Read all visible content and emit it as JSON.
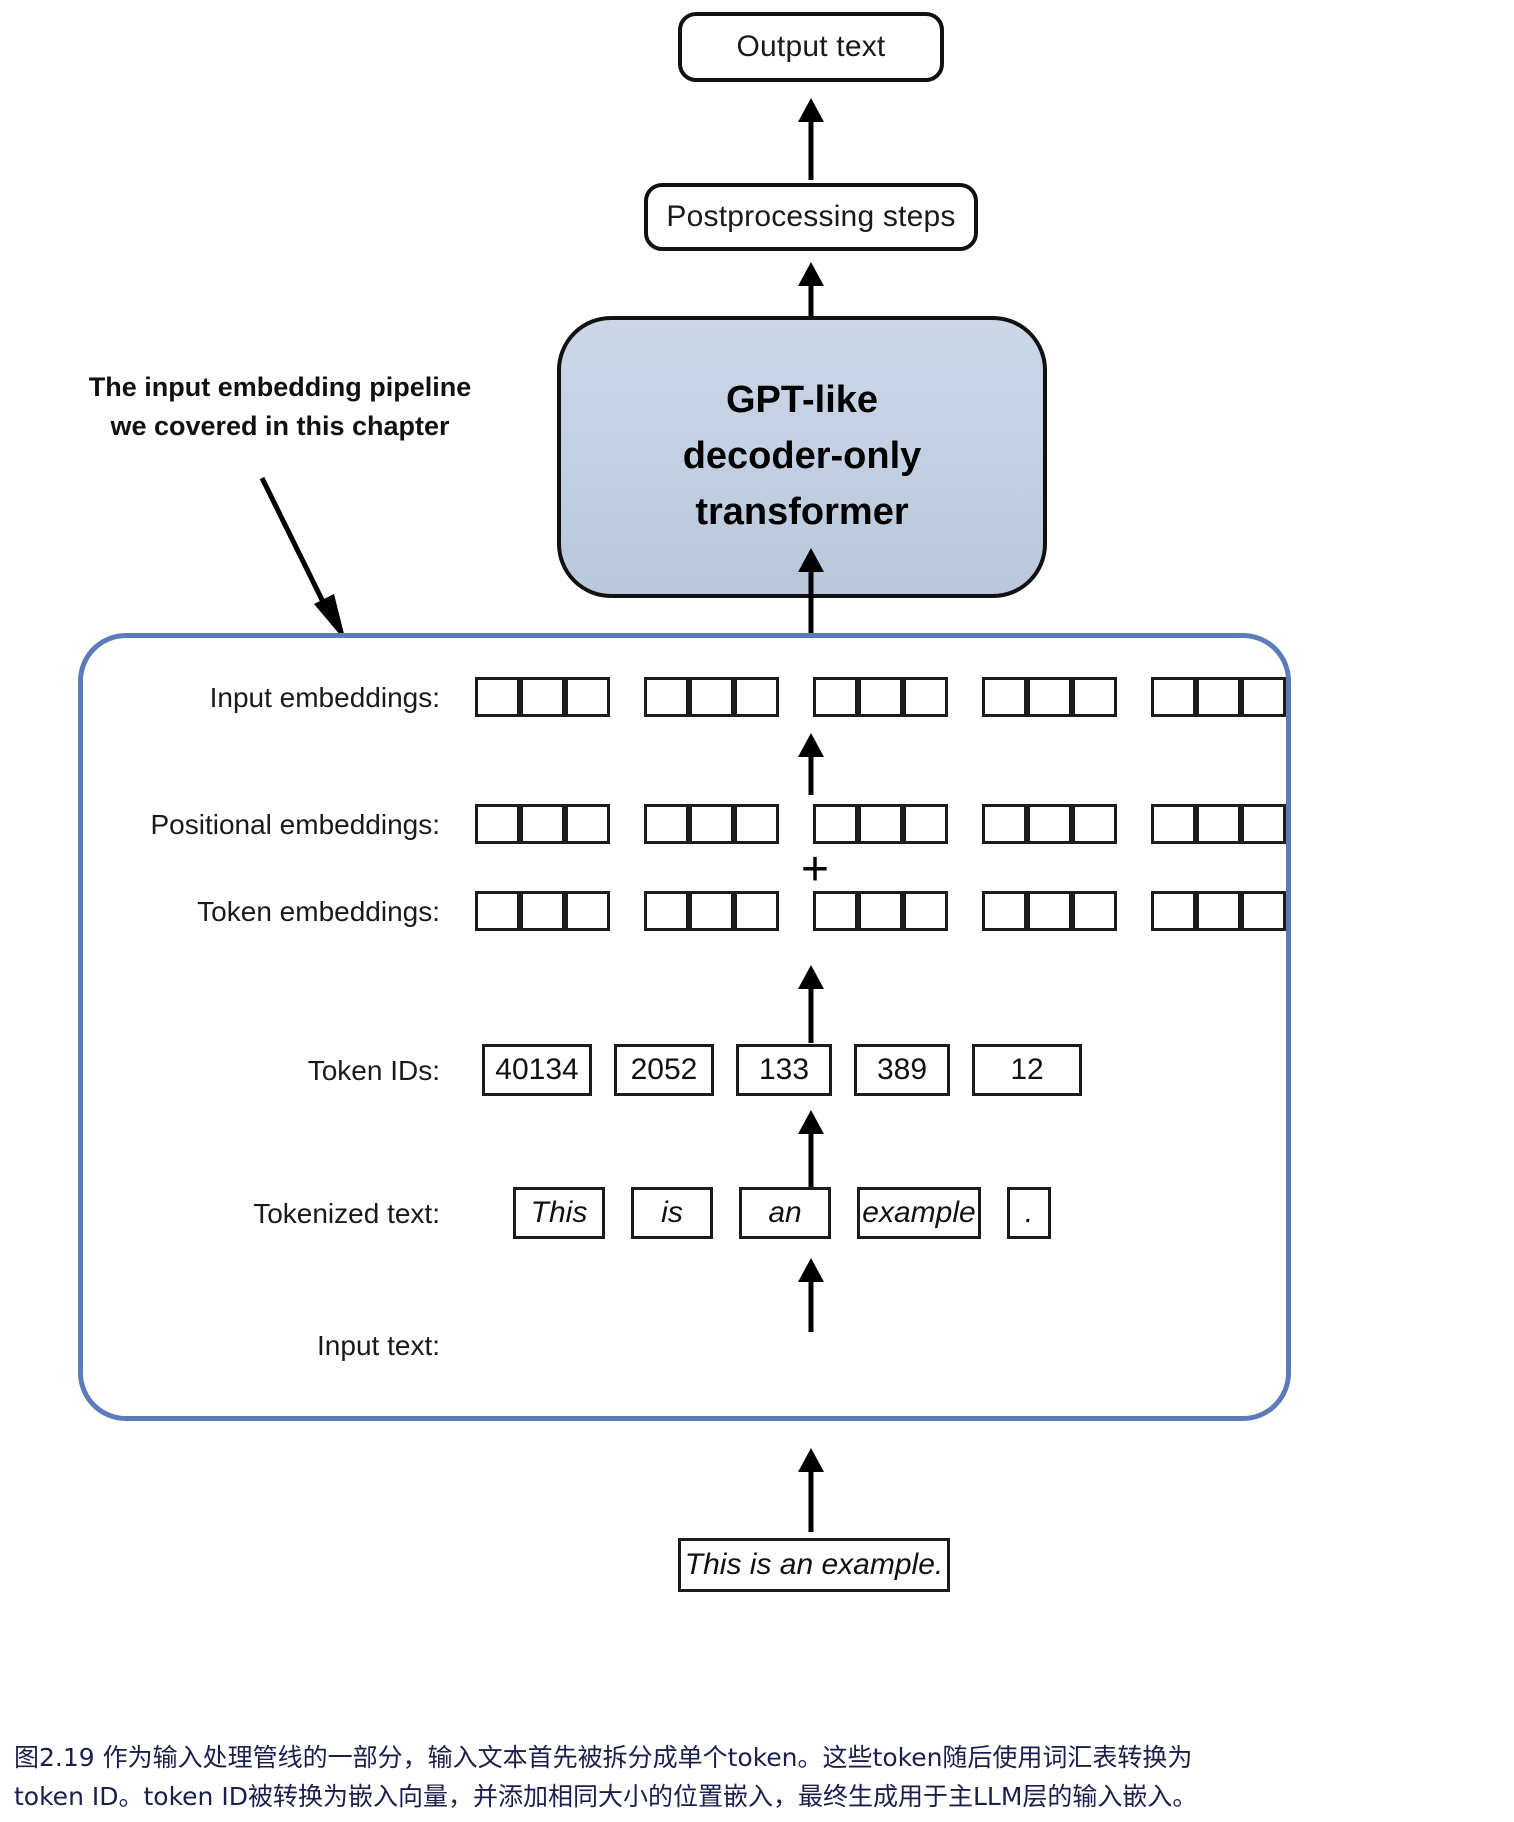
{
  "diagram": {
    "title_chain": {
      "output_text": "Output text",
      "postprocessing": "Postprocessing steps"
    },
    "gpt_block": {
      "line1": "GPT-like",
      "line2": "decoder-only",
      "line3": "transformer",
      "fill_color": "#c5d0e2",
      "border_color": "#111111"
    },
    "annotation": {
      "line1": "The input embedding pipeline",
      "line2": "we covered in this chapter"
    },
    "pipeline": {
      "border_color": "#5b7cb8",
      "plus_symbol": "+",
      "rows": [
        {
          "name": "input-embeddings",
          "label": "Input embeddings:",
          "kind": "cells",
          "groups": 5,
          "cells_per_group": 3
        },
        {
          "name": "positional-embeddings",
          "label": "Positional embeddings:",
          "kind": "cells",
          "groups": 5,
          "cells_per_group": 3
        },
        {
          "name": "token-embeddings",
          "label": "Token embeddings:",
          "kind": "cells",
          "groups": 5,
          "cells_per_group": 3
        },
        {
          "name": "token-ids",
          "label": "Token IDs:",
          "kind": "values",
          "values": [
            "40134",
            "2052",
            "133",
            "389",
            "12"
          ]
        },
        {
          "name": "tokenized-text",
          "label": "Tokenized text:",
          "kind": "values",
          "italic": true,
          "values": [
            "This",
            "is",
            "an",
            "example",
            "."
          ]
        },
        {
          "name": "input-text",
          "label": "Input text:",
          "kind": "single",
          "value": "This is an example."
        }
      ]
    }
  },
  "caption": {
    "line1": "图2.19 作为输入处理管线的一部分，输入文本首先被拆分成单个token。这些token随后使用词汇表转换为",
    "line2": "token ID。token ID被转换为嵌入向量，并添加相同大小的位置嵌入，最终生成用于主LLM层的输入嵌入。",
    "color": "#1b1f4b"
  }
}
